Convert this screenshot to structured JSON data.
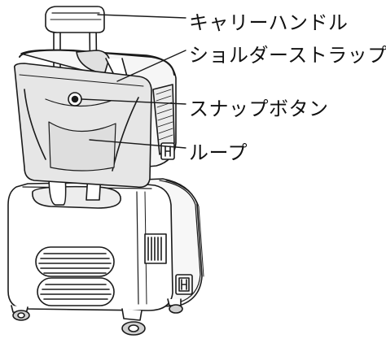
{
  "labels": {
    "carry_handle": "キャリーハンドル",
    "shoulder_strap": "ショルダーストラップ",
    "snap_button": "スナップボタン",
    "loop": "ループ"
  },
  "colors": {
    "line": "#1a1a1a",
    "bag_face": "#e6e6e6",
    "bag_side": "#f4f4f4",
    "suitcase": "#ffffff",
    "vent": "#d9d9d9",
    "shade": "#cfcfcf"
  }
}
